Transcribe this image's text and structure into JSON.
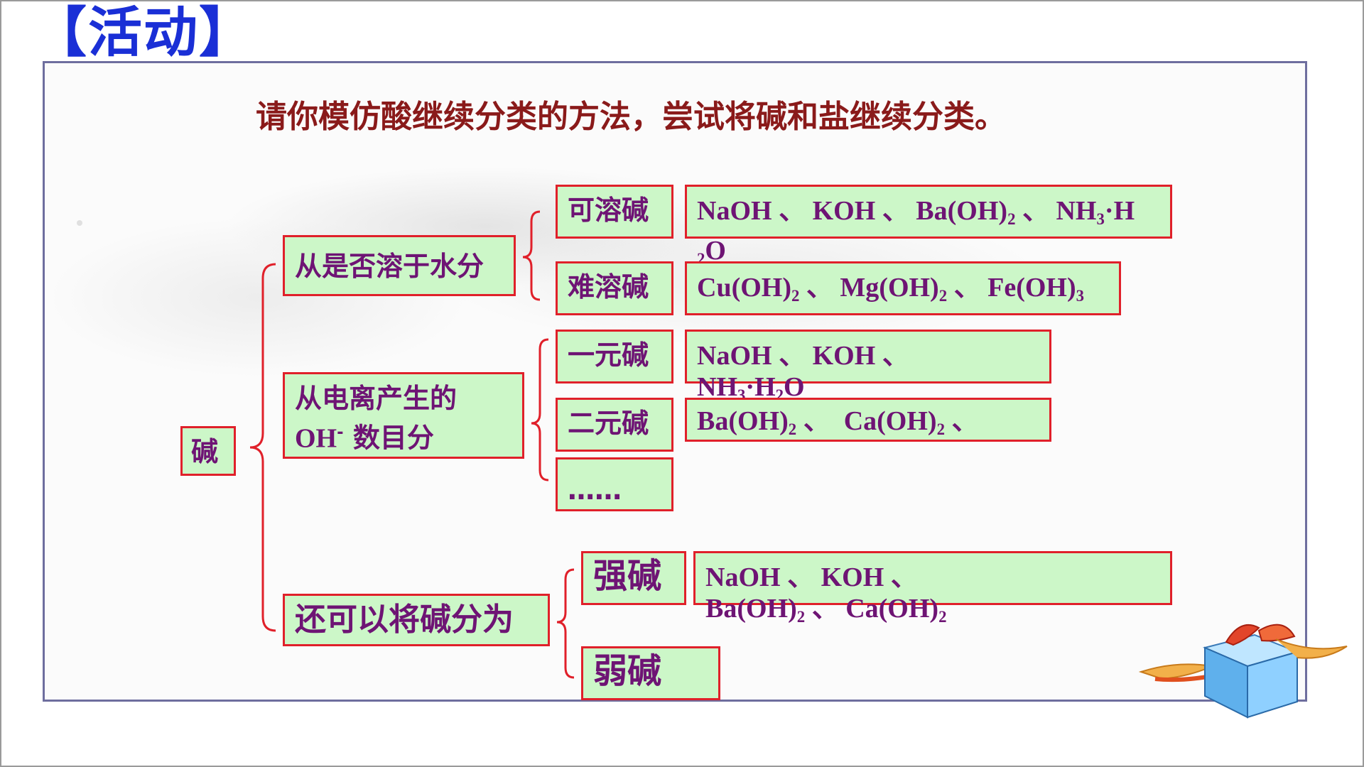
{
  "header": {
    "tag": "【活动】"
  },
  "instruction": "请你模仿酸继续分类的方法，尝试将碱和盐继续分类。",
  "colors": {
    "tag_blue": "#1a2fd6",
    "instruction_red": "#8a1a1a",
    "box_fill": "#ccf7c8",
    "box_border": "#e0202a",
    "text_purple": "#6e1474"
  },
  "diagram": {
    "root": "碱",
    "groups": [
      {
        "criterion": "从是否溶于水分",
        "items": [
          {
            "label": "可溶碱",
            "examples": {
              "a": "NaOH",
              "sep1": "、",
              "b": "KOH",
              "sep2": "、",
              "c": "Ba(OH)",
              "c_sub": "2",
              "sep3": "、",
              "d": "NH",
              "d_sub": "3",
              "d_rest": "·H",
              "e_sub": "2",
              "e_rest": "O"
            }
          },
          {
            "label": "难溶碱",
            "examples": {
              "a": "Cu(OH)",
              "a_sub": "2",
              "sep1": "、",
              "b": "Mg(OH)",
              "b_sub": "2",
              "sep2": "、",
              "c": "Fe(OH)",
              "c_sub": "3"
            }
          }
        ]
      },
      {
        "criterion_line1": "从电离产生的",
        "criterion_oh": "OH",
        "criterion_sup": "-",
        "criterion_line2": "数目分",
        "items": [
          {
            "label": "一元碱",
            "examples": {
              "a": "NaOH",
              "sep1": "、",
              "b": "KOH",
              "sep2": "、",
              "c": "NH",
              "c_sub": "3",
              "c_rest": "·H",
              "d_sub": "2",
              "d_rest": "O"
            }
          },
          {
            "label": "二元碱",
            "examples": {
              "a": "Ba(OH)",
              "a_sub": "2",
              "sep1": "、",
              "b": "Ca(OH)",
              "b_sub": "2",
              "sep2": "、"
            }
          },
          {
            "label": "……"
          }
        ]
      },
      {
        "criterion": "还可以将碱分为",
        "items": [
          {
            "label": "强碱",
            "examples": {
              "a": "NaOH",
              "sep1": "、",
              "b": "KOH",
              "sep2": "、",
              "c": "Ba(OH)",
              "c_sub": "2",
              "sep3": "、",
              "d": "Ca(OH)",
              "d_sub": "2"
            }
          },
          {
            "label": "弱碱"
          }
        ]
      }
    ]
  }
}
